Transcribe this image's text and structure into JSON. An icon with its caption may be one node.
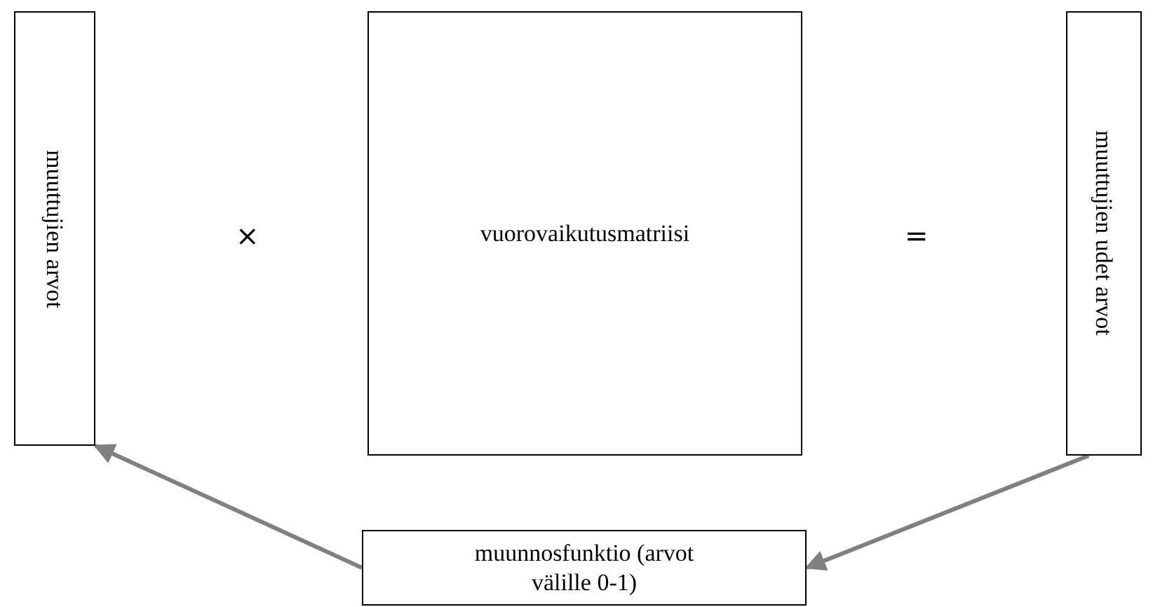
{
  "diagram": {
    "nodes": [
      {
        "text": [
          "muuttujien arvot"
        ]
      },
      {
        "text": [
          "vuorovaikutusmatriisi"
        ]
      },
      {
        "text": [
          "muuttujien udet arvot"
        ]
      },
      {
        "text": [
          "muunnosfunktio (arvot välille 0-1)"
        ]
      }
    ],
    "edges": [
      {
        "from": 2,
        "to": 3,
        "arrow": "to"
      },
      {
        "from": 3,
        "to": 0,
        "arrow": "to"
      }
    ],
    "labels": [
      "×",
      "="
    ]
  }
}
